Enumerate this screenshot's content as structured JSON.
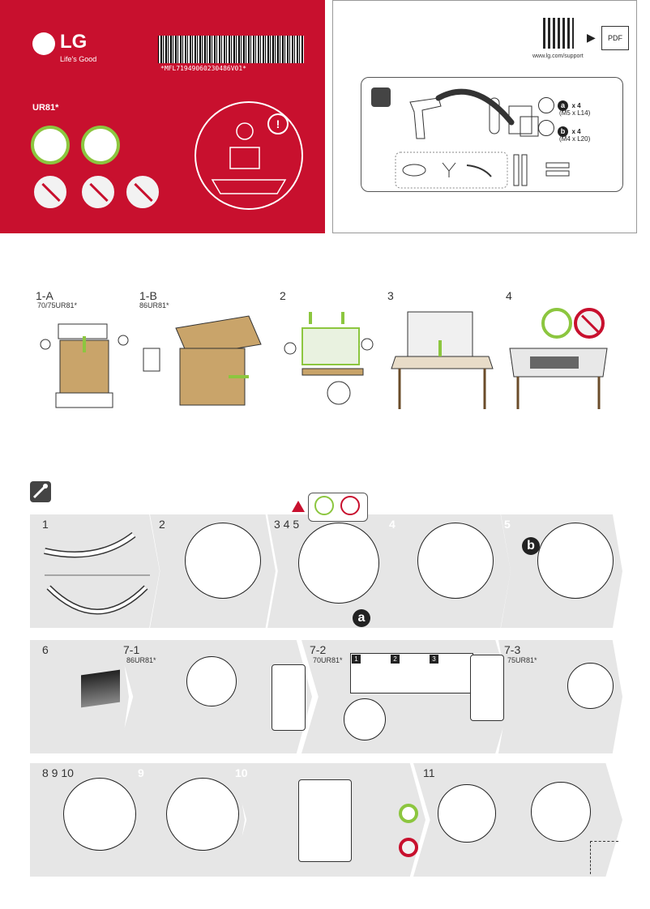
{
  "cover": {
    "brand": "LG",
    "tagline": "Life's Good",
    "barcode_text": "*MFL71949060230486V01*",
    "model": "UR81*",
    "exclaim": "!"
  },
  "support": {
    "url": "www.lg.com/support",
    "pdf_label": "PDF"
  },
  "parts": {
    "screw_a_qty": "x 4",
    "screw_a_size": "(M5 x L14)",
    "screw_b_qty": "x 4",
    "screw_b_size": "(M4 x L20)",
    "badge_a": "a",
    "badge_b": "b"
  },
  "unpack_steps": [
    {
      "num": "1-A",
      "models": "70/75UR81*"
    },
    {
      "num": "1-B",
      "models": "86UR81*"
    },
    {
      "num": "2",
      "models": ""
    },
    {
      "num": "3",
      "models": ""
    },
    {
      "num": "4",
      "models": ""
    }
  ],
  "assembly_row1": [
    {
      "num": "1"
    },
    {
      "num": "2"
    },
    {
      "num": "3 4 5"
    },
    {
      "num": "4"
    },
    {
      "num": "5"
    }
  ],
  "assembly_row2": [
    {
      "num": "6",
      "models": ""
    },
    {
      "num": "7-1",
      "models": "86UR81*"
    },
    {
      "num": "7-2",
      "models": "70UR81*"
    },
    {
      "num": "7-3",
      "models": "75UR81*"
    }
  ],
  "assembly_row3": [
    {
      "num": "8 9 10"
    },
    {
      "num": "9"
    },
    {
      "num": "10"
    },
    {
      "num": "11"
    }
  ],
  "callouts": {
    "a": "a",
    "b": "b",
    "sub1": "1",
    "sub2": "2",
    "sub3": "3"
  },
  "colors": {
    "brand_red": "#c8102e",
    "ok_green": "#8cc63f",
    "banner_grey": "#e6e6e6"
  }
}
